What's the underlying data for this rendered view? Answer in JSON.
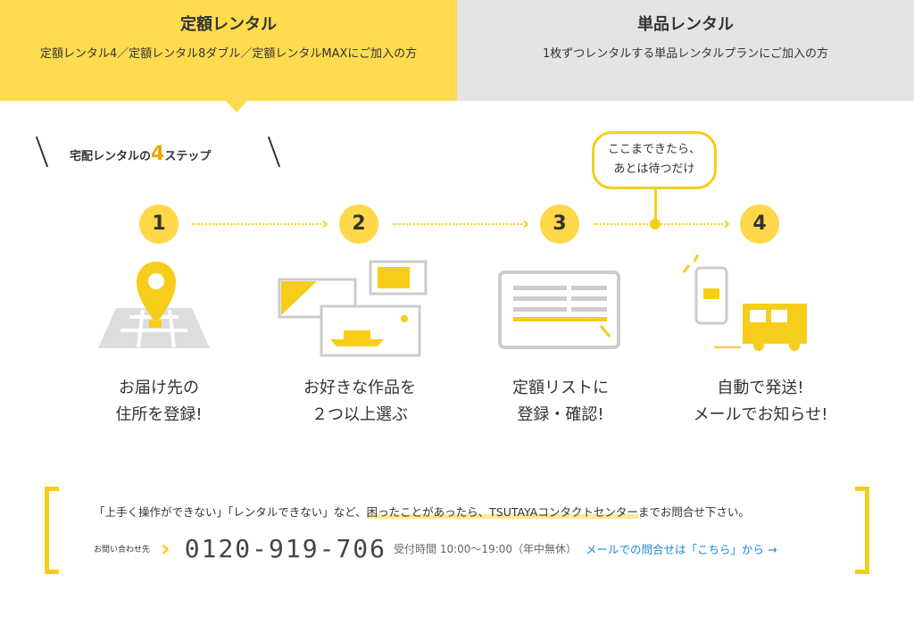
{
  "tabs": [
    {
      "title": "定額レンタル",
      "subtitle": "定額レンタル4／定額レンタル8ダブル／定額レンタルMAXにご加入の方",
      "active": true
    },
    {
      "title": "単品レンタル",
      "subtitle": "1枚ずつレンタルする単品レンタルプランにご加入の方",
      "active": false
    }
  ],
  "heading": {
    "pre": "宅配レンタルの",
    "num": "4",
    "post": "ステップ"
  },
  "bubble": {
    "line1": "ここまできたら、",
    "line2": "あとは待つだけ"
  },
  "steps": [
    {
      "num": "1",
      "line1": "お届け先の",
      "line2": "住所を登録!",
      "icon": "map-pin-icon"
    },
    {
      "num": "2",
      "line1": "お好きな作品を",
      "line2": "２つ以上選ぶ",
      "icon": "movie-cards-icon"
    },
    {
      "num": "3",
      "line1": "定額リストに",
      "line2": "登録・確認!",
      "icon": "list-screen-icon"
    },
    {
      "num": "4",
      "line1": "自動で発送!",
      "line2": "メールでお知らせ!",
      "icon": "phone-mail-truck-icon"
    }
  ],
  "contact": {
    "msg_pre": "「上手く操作ができない」「レンタルできない」など、",
    "msg_hl": "困ったことがあったら、TSUTAYAコンタクトセンター",
    "msg_post": "までお問合せ下さい。",
    "label": "お問い合わせ先",
    "phone": "0120-919-706",
    "hours": "受付時間 10:00～19:00（年中無休）",
    "link": "メールでの問合せは「こちら」から →"
  },
  "colors": {
    "accent": "#ffdb4f",
    "link": "#1a88d6"
  }
}
